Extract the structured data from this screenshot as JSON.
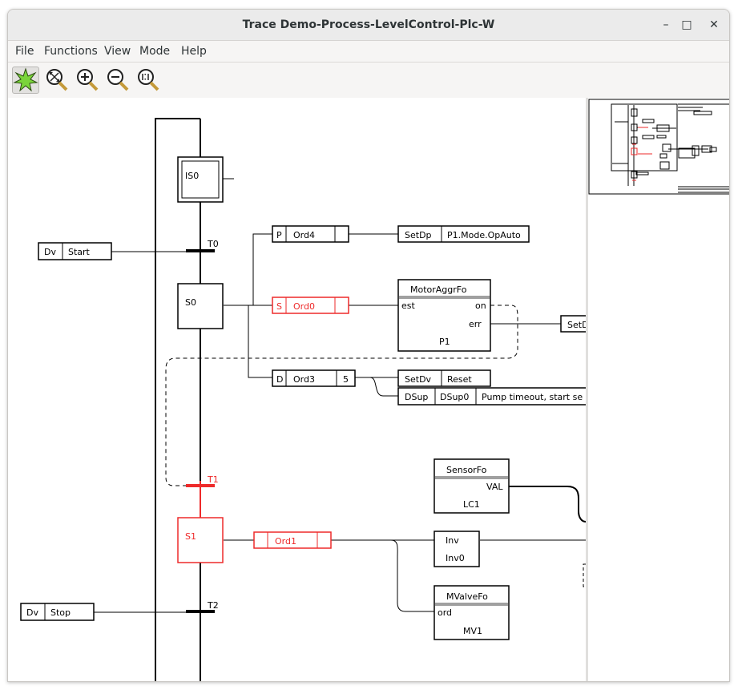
{
  "window": {
    "title": "Trace Demo-Process-LevelControl-Plc-W",
    "controls": {
      "minimize": "–",
      "maximize": "□",
      "close": "✕"
    }
  },
  "menu": {
    "items": [
      "File",
      "Functions",
      "View",
      "Mode",
      "Help"
    ]
  },
  "toolbar": {
    "buttons": [
      {
        "icon": "star-burst-icon"
      },
      {
        "icon": "zoom-fit-icon"
      },
      {
        "icon": "zoom-in-icon"
      },
      {
        "icon": "zoom-out-icon"
      },
      {
        "icon": "zoom-reset-icon"
      }
    ]
  },
  "colors": {
    "active": "#ee2a2a",
    "line": "#000000",
    "bar": "#a0a0a0"
  },
  "diagram": {
    "steps": {
      "is0": "IS0",
      "s0": "S0",
      "s1": "S1"
    },
    "transitions": {
      "t0": "T0",
      "t1": "T1",
      "t2": "T2"
    },
    "inputs": {
      "start": {
        "type": "Dv",
        "name": "Start"
      },
      "stop": {
        "type": "Dv",
        "name": "Stop"
      }
    },
    "orders": {
      "ord4": {
        "type": "P",
        "name": "Ord4"
      },
      "ord0": {
        "type": "S",
        "name": "Ord0"
      },
      "ord3": {
        "type": "D",
        "name": "Ord3",
        "time": "5"
      },
      "ord1": {
        "name": "Ord1"
      }
    },
    "setdp": {
      "label": "SetDp",
      "value": "P1.Mode.OpAuto"
    },
    "motor": {
      "title": "MotorAggrFo",
      "in": "est",
      "out_on": "on",
      "out_err": "err",
      "name": "P1"
    },
    "setd_cut": "SetD",
    "setdv": {
      "label": "SetDv",
      "value": "Reset"
    },
    "dsup": {
      "label": "DSup",
      "name": "DSup0",
      "text": "Pump timeout, start se"
    },
    "sensor": {
      "title": "SensorFo",
      "out": "VAL",
      "name": "LC1"
    },
    "inv": {
      "label": "Inv",
      "name": "Inv0"
    },
    "valve": {
      "title": "MValveFo",
      "in": "ord",
      "name": "MV1"
    }
  }
}
